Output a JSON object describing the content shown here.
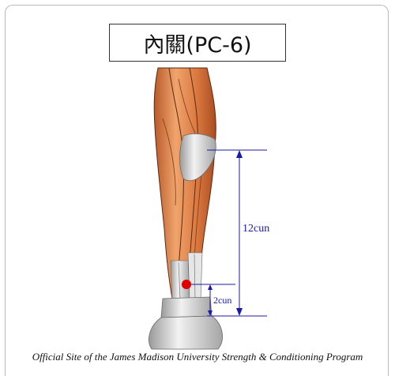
{
  "title": "內關(PC-6)",
  "measurements": [
    {
      "label": "12cun"
    },
    {
      "label": "2cun"
    }
  ],
  "caption": "Official Site of the James Madison University Strength & Conditioning Program",
  "colors": {
    "muscle": "#d9773f",
    "muscle_light": "#eea06a",
    "tendon": "#d8d8d8",
    "measure_line": "#1a1aa8",
    "point": "#e00000"
  }
}
